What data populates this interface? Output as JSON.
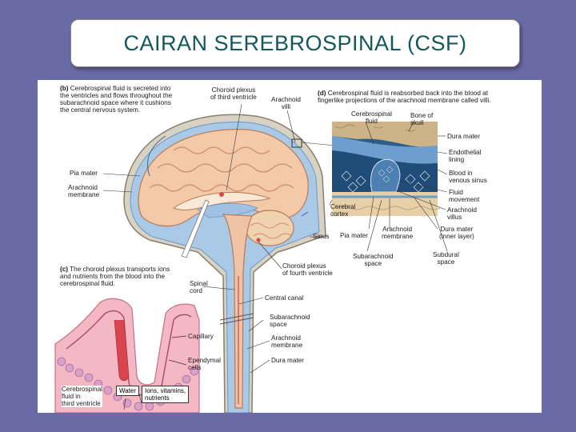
{
  "slide": {
    "title": "CAIRAN SEREBROSPINAL (CSF)"
  },
  "captions": {
    "b_letter": "(b)",
    "b_text": "Cerebrospinal fluid is secreted into\nthe ventricles and flows throughout the\nsubarachnoid space where it cushions\nthe central nervous system.",
    "c_letter": "(c)",
    "c_text": "The choroid plexus transports ions\nand nutrients from the blood into the\ncerebrospinal fluid.",
    "d_letter": "(d)",
    "d_text": "Cerebrospinal fluid is reabsorbed back into the blood at\nfingerlike projections of the arachnoid membrane called villi."
  },
  "labels_b": {
    "choroid_third": "Choroid plexus\nof third ventricle",
    "arachnoid_villi": "Arachnoid\nvilli",
    "pia_mater": "Pia mater",
    "arachnoid_membrane": "Arachnoid\nmembrane",
    "sinus": "Sinus",
    "choroid_fourth": "Choroid plexus\nof fourth ventricle",
    "spinal_cord": "Spinal\ncord",
    "central_canal": "Central canal",
    "subarachnoid_space": "Subarachnoid\nspace",
    "arachnoid_membrane_2": "Arachnoid\nmembrane",
    "dura_mater": "Dura mater"
  },
  "labels_c": {
    "capillary": "Capillary",
    "ependymal": "Ependymal\ncells",
    "csf_third": "Cerebrospinal\nfluid in\nthird ventricle",
    "water": "Water",
    "ions": "Ions, vitamins,\nnutrients"
  },
  "labels_d": {
    "csf": "Cerebrospinal\nfluid",
    "bone": "Bone of\nskull",
    "dura": "Dura mater",
    "endothelial": "Endothelial\nlining",
    "blood_sinus": "Blood in\nvenous sinus",
    "fluid_movement": "Fluid\nmovement",
    "arachnoid_villus": "Arachnoid\nvillus",
    "cerebral_cortex": "Cerebral\ncortex",
    "pia": "Pia mater",
    "arachnoid_membrane": "Arachnoid\nmembrane",
    "dura_inner": "Dura mater\n(inner layer)",
    "subarachnoid": "Subarachnoid\nspace",
    "subdural": "Subdural\nspace"
  }
}
